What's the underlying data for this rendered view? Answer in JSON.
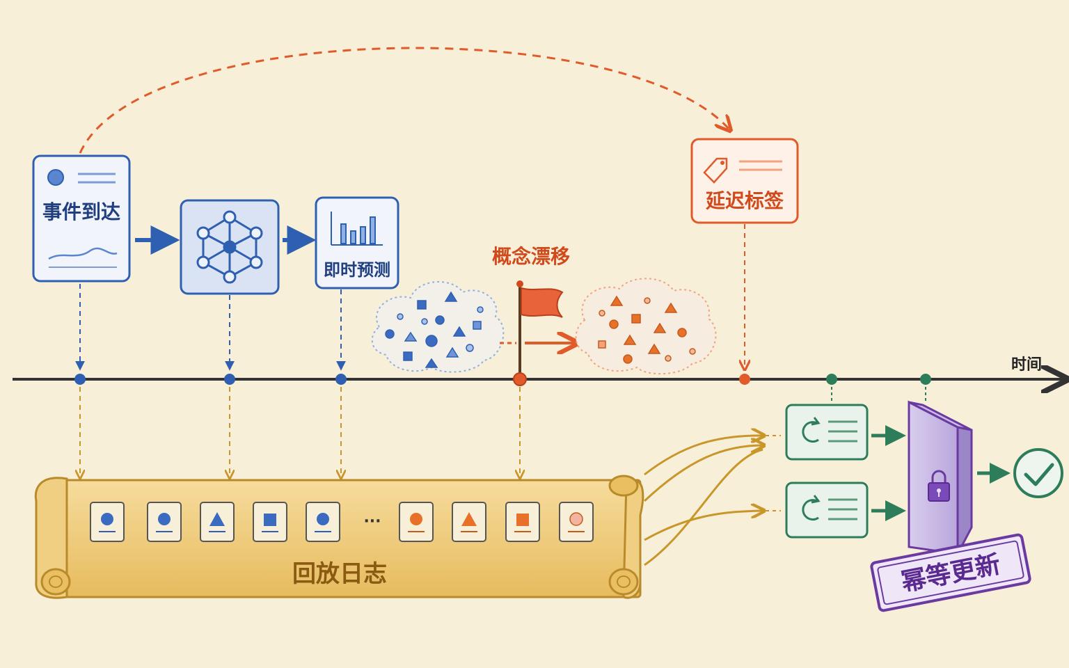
{
  "labels": {
    "event_arrival": "事件到达",
    "instant_prediction": "即时预测",
    "concept_drift": "概念漂移",
    "delayed_label": "延迟标签",
    "time_axis": "时间",
    "replay_log": "回放日志",
    "ellipsis": "···",
    "idempotent_update": "幂等更新"
  },
  "icons": {
    "event_card": "document-icon",
    "model": "network-graph-icon",
    "prediction": "bar-chart-icon",
    "drift": "flag-icon",
    "delayed": "tag-icon",
    "replay": "scroll-icon",
    "retry": "refresh-icon",
    "gate": "lock-icon",
    "done": "check-circle-icon"
  },
  "colors": {
    "background": "#f8efd9",
    "blue": "#2f5fb0",
    "orange": "#e05a2a",
    "gold": "#c9962a",
    "green": "#2e7d5a",
    "purple": "#6a3aa0",
    "axis": "#333333"
  }
}
